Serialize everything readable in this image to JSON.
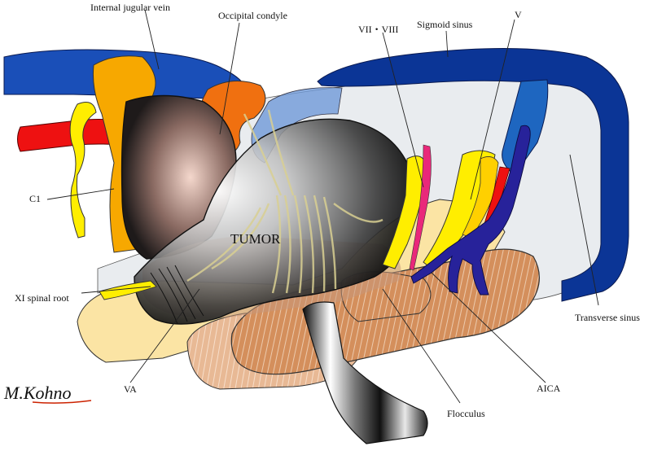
{
  "diagram": {
    "tumor_label": "TUMOR",
    "labels": {
      "internal_jugular_vein": "Internal jugular vein",
      "occipital_condyle": "Occipital condyle",
      "vii_viii": "VII・VIII",
      "sigmoid_sinus": "Sigmoid sinus",
      "v": "V",
      "c1": "C1",
      "xi_spinal_root": "XI spinal root",
      "va": "VA",
      "transverse_sinus": "Transverse sinus",
      "aica": "AICA",
      "flocculus": "Flocculus"
    },
    "signature": "M.Kohno"
  },
  "colors": {
    "vein_blue": "#1a4fb8",
    "sinus_navy": "#0b3596",
    "artery_red": "#ee1111",
    "nerve_yellow": "#ffee00",
    "condyle_orange": "#f07010",
    "c1_orange": "#f7a800",
    "cerebellum_tan": "#d48f5c",
    "dura_gray": "#e9ecef",
    "aica_navy": "#27229a",
    "signature_underline": "#cc2200"
  }
}
